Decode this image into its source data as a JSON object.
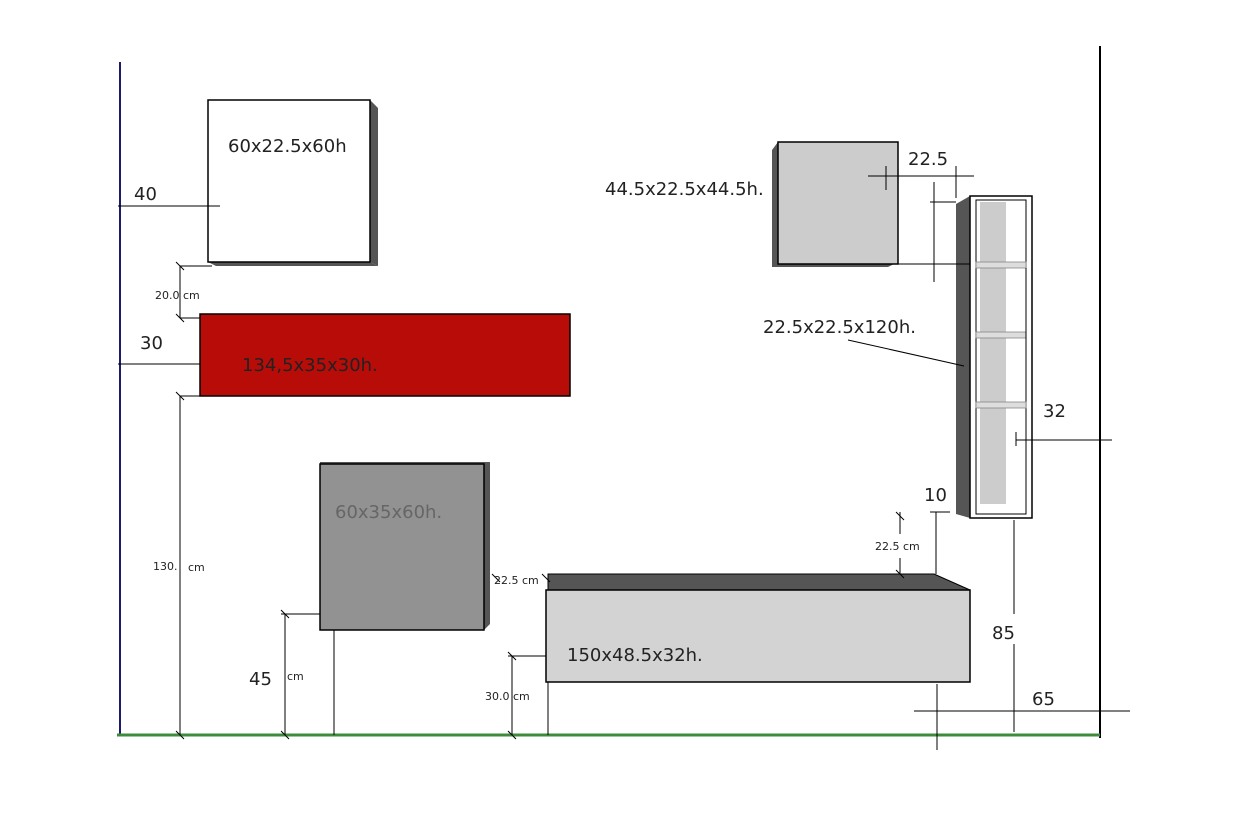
{
  "modules": {
    "wall_unit_top_left": {
      "label": "60x22.5x60h",
      "color": "#ffffff"
    },
    "red_shelf": {
      "label": "134,5x35x30h.",
      "color": "#b80c09"
    },
    "grey_unit": {
      "label": "60x35x60h.",
      "color": "#929292"
    },
    "tv_base": {
      "label": "150x48.5x32h.",
      "color": "#d3d3d3"
    },
    "small_wall_unit": {
      "label": "44.5x22.5x44.5h.",
      "color": "#cccccc"
    },
    "tall_column": {
      "label": "22.5x22.5x120h."
    }
  },
  "dimensions": {
    "d40": "40",
    "d20cm": "20.0 cm",
    "d30": "30",
    "d130_num": "130.",
    "d130_unit": "cm",
    "d45": "45",
    "d45_unit": "cm",
    "d22_5cm_left": "22.5 cm",
    "d30cm": "30.0 cm",
    "d22_5_top": "22.5",
    "d32": "32",
    "d10": "10",
    "d22_5cm_right": "22.5 cm",
    "d85": "85",
    "d65": "65"
  },
  "colors": {
    "floor": "#3c8c3c",
    "left_wall": "#1a1a6e",
    "lines": "#000000",
    "shadow": "#555555"
  }
}
